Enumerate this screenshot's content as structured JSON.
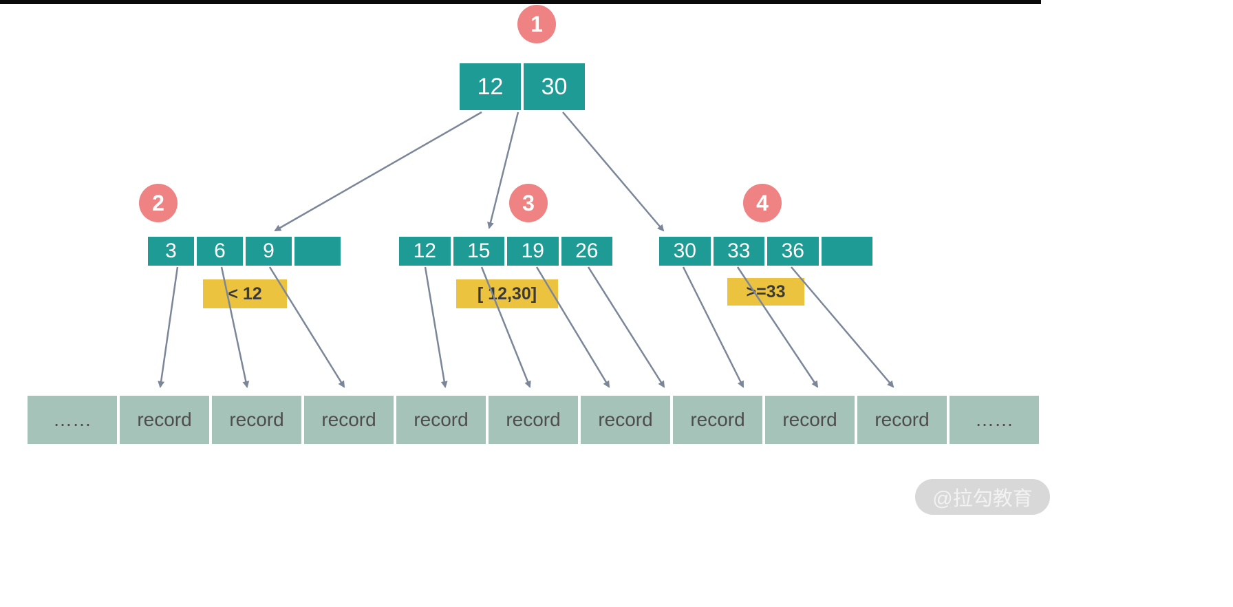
{
  "diagram": {
    "description": "B+ tree index structure diagram",
    "root": {
      "badge": "1",
      "keys": [
        "12",
        "30"
      ]
    },
    "nodes": [
      {
        "badge": "2",
        "keys": [
          "3",
          "6",
          "9",
          ""
        ],
        "range_label": "< 12"
      },
      {
        "badge": "3",
        "keys": [
          "12",
          "15",
          "19",
          "26"
        ],
        "range_label": "[ 12,30]"
      },
      {
        "badge": "4",
        "keys": [
          "30",
          "33",
          "36",
          ""
        ],
        "range_label": ">=33"
      }
    ],
    "records": [
      "……",
      "record",
      "record",
      "record",
      "record",
      "record",
      "record",
      "record",
      "record",
      "record",
      "……"
    ],
    "watermark": "@拉勾教育",
    "colors": {
      "node_fill": "#1f9b95",
      "badge_fill": "#ef8282",
      "label_fill": "#ecc33e",
      "record_fill": "#a6c3b9",
      "arrow": "#7b8698",
      "top_rule": "#0a0a0a"
    }
  }
}
